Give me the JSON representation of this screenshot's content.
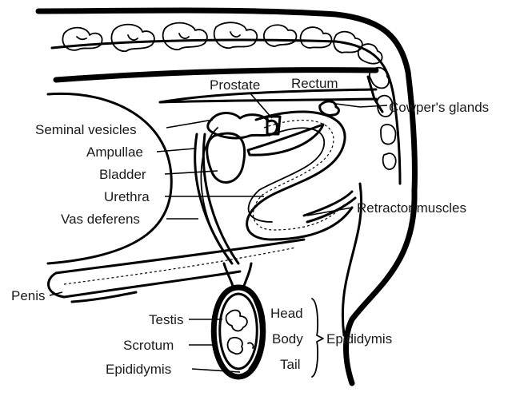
{
  "labels": {
    "prostate": "Prostate",
    "rectum": "Rectum",
    "cowpers_glands": "Cowper's glands",
    "seminal_vesicles": "Seminal vesicles",
    "ampullae": "Ampullae",
    "bladder": "Bladder",
    "urethra": "Urethra",
    "retractor_muscles": "Retractor muscles",
    "vas_deferens": "Vas deferens",
    "penis": "Penis",
    "testis": "Testis",
    "scrotum": "Scrotum",
    "epididymis_lower": "Epididymis",
    "head": "Head",
    "body": "Body",
    "tail": "Tail",
    "epididymis_group": "Epididymis"
  }
}
